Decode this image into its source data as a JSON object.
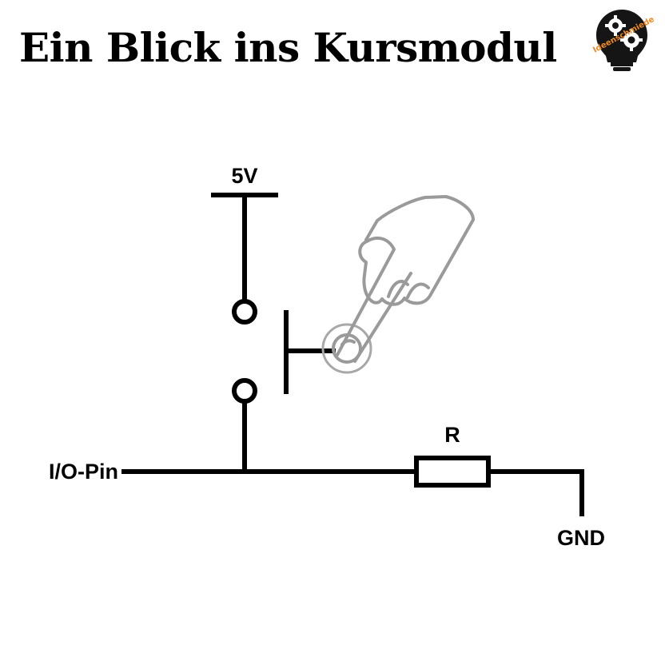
{
  "title": "Ein Blick ins Kursmodul",
  "logo": {
    "text": "Ideenschmiede",
    "icon": "lightbulb-gears-icon",
    "accent": "#f08a24"
  },
  "labels": {
    "supply": "5V",
    "resistor": "R",
    "io_pin": "I/O-Pin",
    "ground": "GND"
  },
  "colors": {
    "wire": "#000000",
    "hand": "#9a9a9a"
  }
}
